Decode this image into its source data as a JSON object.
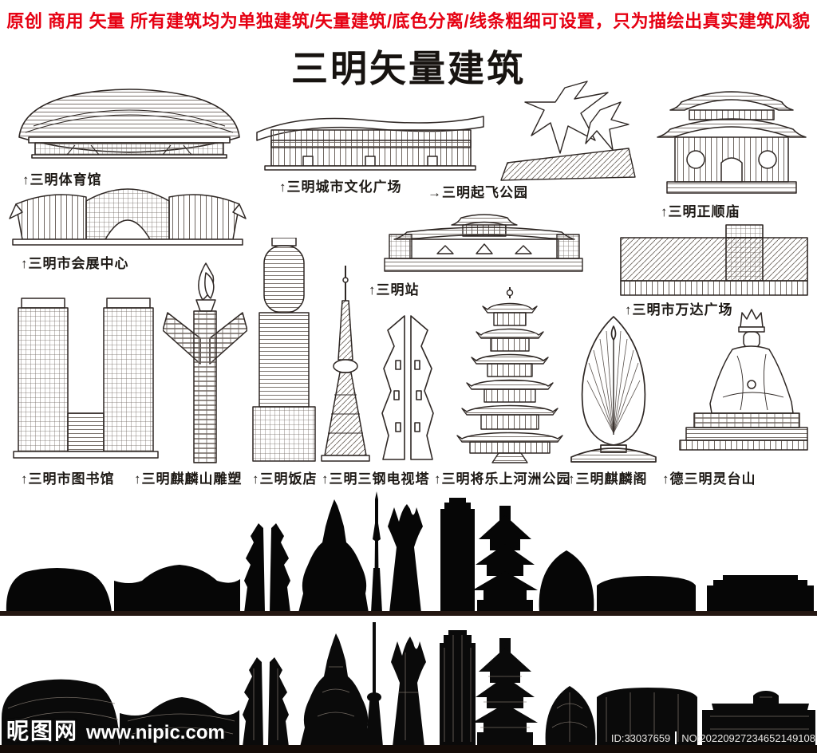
{
  "notice": {
    "text": "原创 商用 矢量 所有建筑均为单独建筑/矢量建筑/底色分离/线条粗细可设置，只为描绘出真实建筑风貌",
    "color": "#e60012"
  },
  "title": "三明矢量建筑",
  "buildings": {
    "gymnasium": {
      "label": "↑三明体育馆"
    },
    "culture_plaza": {
      "label": "↑三明城市文化广场"
    },
    "takeoff_park": {
      "label": "→三明起飞公园"
    },
    "zhengshun_temple": {
      "label": "↑三明正顺庙"
    },
    "convention_center": {
      "label": "↑三明市会展中心"
    },
    "station": {
      "label": "↑三明站"
    },
    "wanda_plaza": {
      "label": "↑三明市万达广场"
    },
    "library": {
      "label": "↑三明市图书馆"
    },
    "qilin_sculpture": {
      "label": "↑三明麒麟山雕塑"
    },
    "hotel": {
      "label": "↑三明饭店"
    },
    "tv_tower": {
      "label": "↑三明三钢电视塔"
    },
    "shanghezhou_park": {
      "label": "↑三明将乐上河洲公园"
    },
    "qilin_pavilion": {
      "label": "↑三明麒麟阁"
    },
    "lingtai_mountain": {
      "label": "↑德三明灵台山"
    }
  },
  "watermark": {
    "logo": "昵图网",
    "site": "www.nipic.com"
  },
  "stamp": {
    "id": "ID:33037659",
    "no": "NO:20220927234652149108"
  },
  "colors": {
    "line_art": "#2e2724",
    "silhouette": "#060606",
    "detail_line": "#857b72"
  }
}
